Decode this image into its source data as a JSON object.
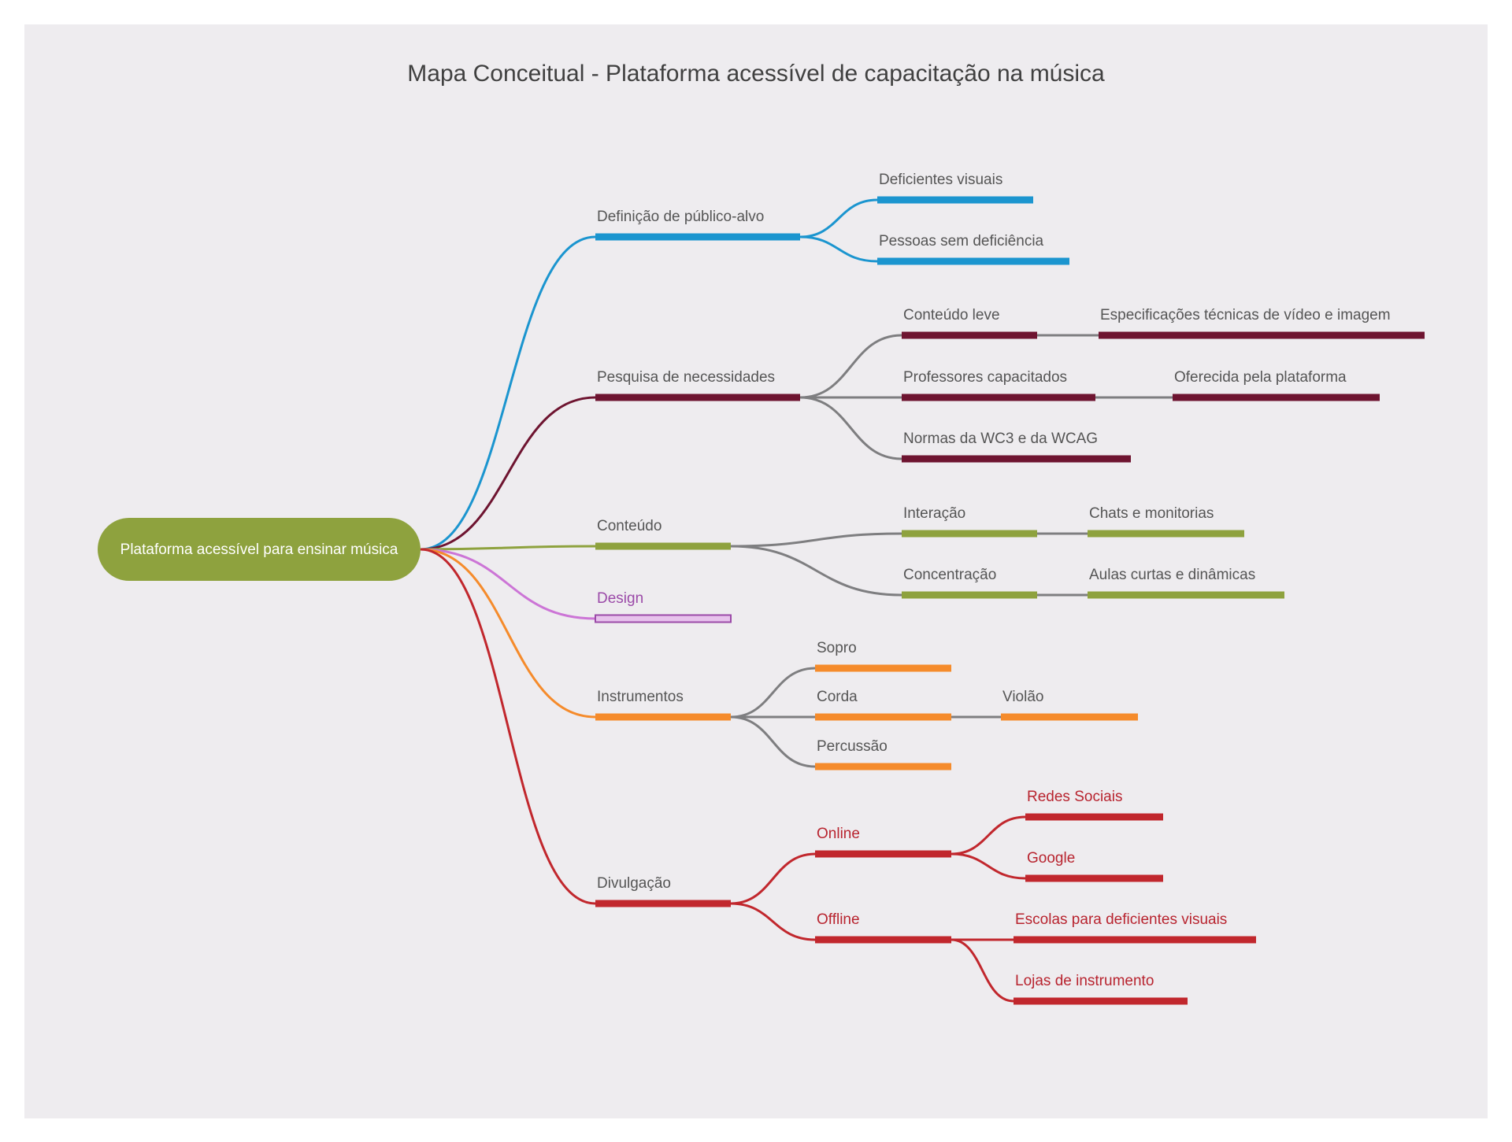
{
  "title": "Mapa Conceitual - Plataforma acessível de capacitação na música",
  "root": {
    "label": "Plataforma acessível para ensinar música",
    "color": "#8ea23e"
  },
  "colors": {
    "label_default": "#555555",
    "label_design": "#9b4aa8",
    "label_red": "#b8242f",
    "connector_gray": "#7e7e80",
    "background": "#eeecef"
  },
  "branches": [
    {
      "label": "Definição de público-alvo",
      "color": "#1b95cf",
      "children": [
        {
          "label": "Deficientes visuais"
        },
        {
          "label": "Pessoas sem deficiência"
        }
      ]
    },
    {
      "label": "Pesquisa de necessidades",
      "color": "#6e1430",
      "children": [
        {
          "label": "Conteúdo leve",
          "children": [
            {
              "label": "Especificações técnicas de vídeo e imagem"
            }
          ]
        },
        {
          "label": "Professores capacitados",
          "children": [
            {
              "label": "Oferecida pela plataforma"
            }
          ]
        },
        {
          "label": "Normas da WC3 e da WCAG"
        }
      ]
    },
    {
      "label": "Conteúdo",
      "color": "#8ea23e",
      "children": [
        {
          "label": "Interação",
          "children": [
            {
              "label": "Chats e monitorias"
            }
          ]
        },
        {
          "label": "Concentração",
          "children": [
            {
              "label": "Aulas curtas e dinâmicas"
            }
          ]
        }
      ]
    },
    {
      "label": "Design",
      "color": "#cc75d6",
      "children": []
    },
    {
      "label": "Instrumentos",
      "color": "#f58b2b",
      "children": [
        {
          "label": "Sopro"
        },
        {
          "label": "Corda",
          "children": [
            {
              "label": "Violão"
            }
          ]
        },
        {
          "label": "Percussão"
        }
      ]
    },
    {
      "label": "Divulgação",
      "color": "#c1272d",
      "children": [
        {
          "label": "Online",
          "children": [
            {
              "label": "Redes Sociais"
            },
            {
              "label": "Google"
            }
          ]
        },
        {
          "label": "Offline",
          "children": [
            {
              "label": "Escolas para deficientes visuais"
            },
            {
              "label": "Lojas de instrumento"
            }
          ]
        }
      ]
    }
  ]
}
